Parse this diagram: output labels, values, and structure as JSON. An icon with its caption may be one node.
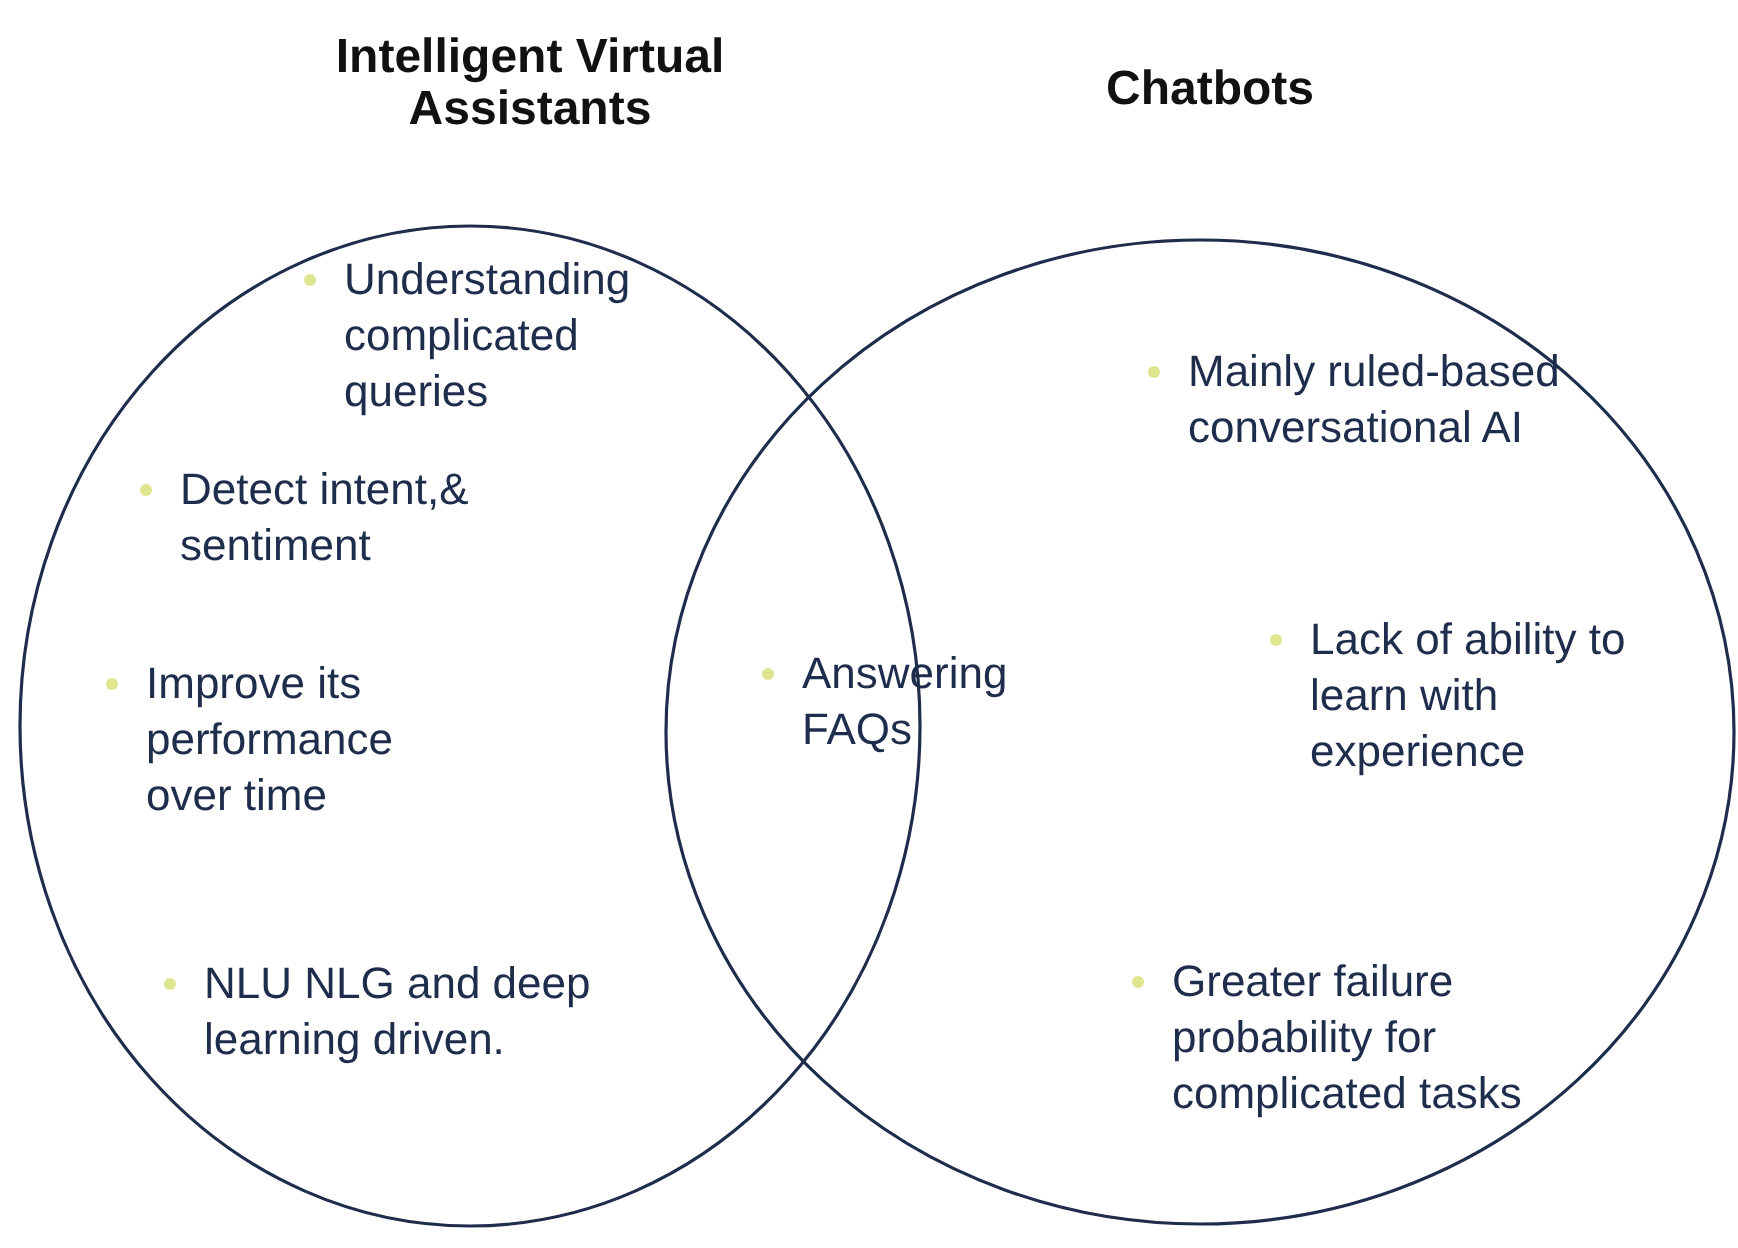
{
  "diagram": {
    "nodes": [
      {
        "text": [
          "Intelligent Virtual Assistants",
          "Understanding complicated queries",
          "Detect intent,& sentiment",
          "Improve its performance over time",
          "NLU NLG and deep learning driven."
        ]
      },
      {
        "text": [
          "Chatbots",
          "Mainly ruled-based conversational AI",
          "Lack of ability to learn with experience",
          "Greater failure probability for complicated tasks"
        ]
      }
    ],
    "labels": [
      "Answering FAQs"
    ]
  }
}
